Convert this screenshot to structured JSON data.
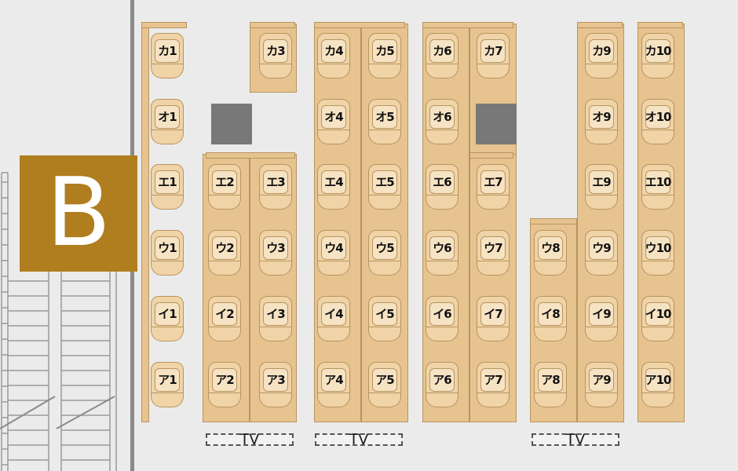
{
  "section_sign": {
    "letter": "B",
    "color": "#b07e1f"
  },
  "seat_rows": [
    {
      "row": "カ",
      "labels": [
        "カ1",
        "カ3",
        "カ4",
        "カ5",
        "カ6",
        "カ7",
        "カ9",
        "カ10"
      ]
    },
    {
      "row": "オ",
      "labels": [
        "オ1",
        "オ4",
        "オ5",
        "オ6",
        "オ9",
        "オ10"
      ]
    },
    {
      "row": "エ",
      "labels": [
        "エ1",
        "エ2",
        "エ3",
        "エ4",
        "エ5",
        "エ6",
        "エ7",
        "エ9",
        "エ10"
      ]
    },
    {
      "row": "ウ",
      "labels": [
        "ウ1",
        "ウ2",
        "ウ3",
        "ウ4",
        "ウ5",
        "ウ6",
        "ウ7",
        "ウ8",
        "ウ9",
        "ウ10"
      ]
    },
    {
      "row": "イ",
      "labels": [
        "イ1",
        "イ2",
        "イ3",
        "イ4",
        "イ5",
        "イ6",
        "イ7",
        "イ8",
        "イ9",
        "イ10"
      ]
    },
    {
      "row": "ア",
      "labels": [
        "ア1",
        "ア2",
        "ア3",
        "ア4",
        "ア5",
        "ア6",
        "ア7",
        "ア8",
        "ア9",
        "ア10"
      ]
    }
  ],
  "tv_labels": [
    "TV",
    "TV",
    "TV"
  ],
  "colors": {
    "background": "#ebebeb",
    "table": "#e7c38f",
    "seat": "#f0d3a6",
    "outline": "#b79560",
    "pillar": "#787878"
  },
  "icons": {
    "pillar": "pillar-block",
    "stairs": "stairs-icon"
  }
}
